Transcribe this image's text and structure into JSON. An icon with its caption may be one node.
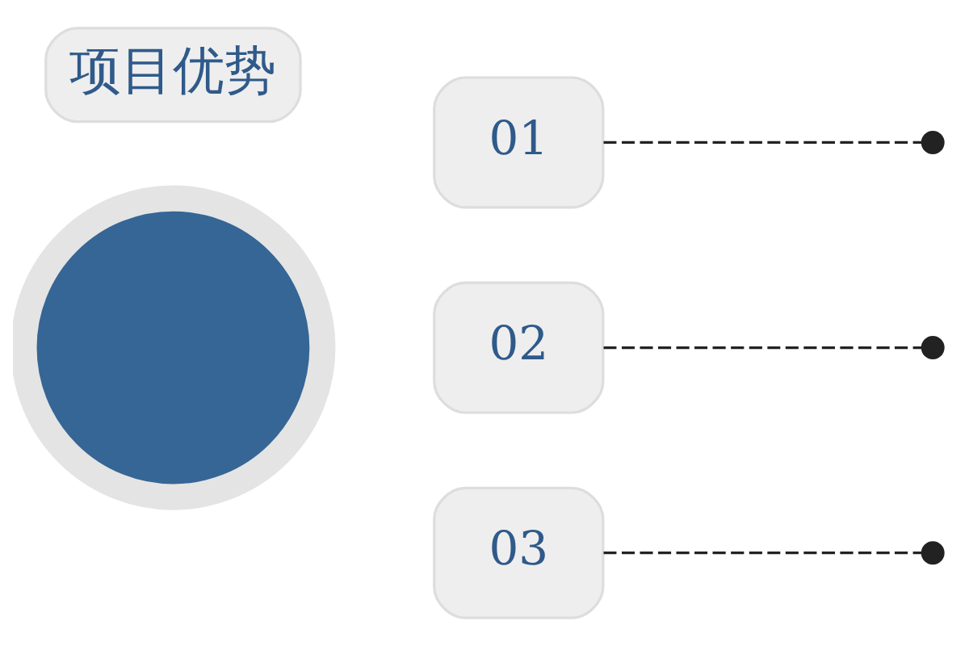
{
  "diagram": {
    "nodes": [
      {
        "text": [
          "项目优势"
        ]
      },
      {
        "text": [],
        "shape": "circle"
      },
      {
        "text": [
          "01"
        ]
      },
      {
        "text": [
          "02"
        ]
      },
      {
        "text": [
          "03"
        ]
      }
    ],
    "edges": [
      {
        "from": 2,
        "to": null,
        "arrow": "other",
        "style": "dashed"
      },
      {
        "from": 3,
        "to": null,
        "arrow": "other",
        "style": "dashed"
      },
      {
        "from": 4,
        "to": null,
        "arrow": "other",
        "style": "dashed"
      }
    ]
  }
}
